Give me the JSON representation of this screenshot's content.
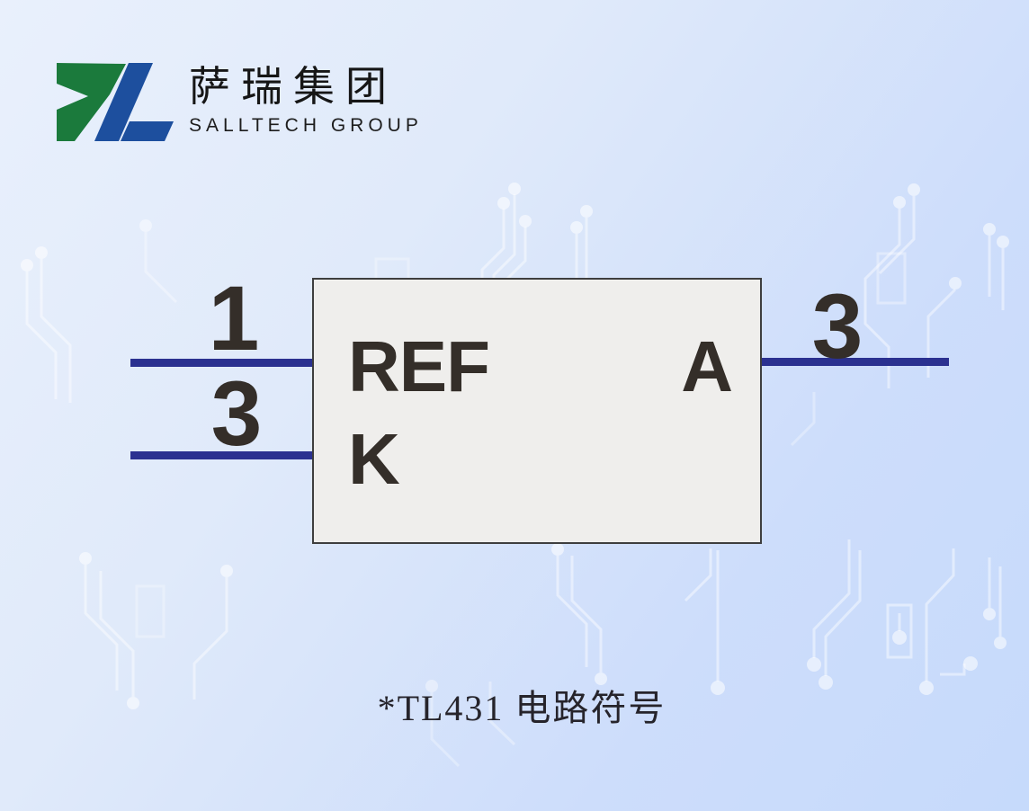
{
  "brand": {
    "name_zh": "萨瑞集团",
    "name_en": "SALLTECH GROUP",
    "logo_colors": {
      "green": "#1b7a3c",
      "blue": "#1d4f9e"
    }
  },
  "diagram": {
    "type": "circuit-symbol",
    "component": "TL431",
    "box_labels": {
      "ref": "REF",
      "k": "K",
      "a": "A"
    },
    "pins": [
      {
        "number": "1",
        "connects_to": "REF",
        "side": "left"
      },
      {
        "number": "3",
        "connects_to": "K",
        "side": "left"
      },
      {
        "number": "3",
        "connects_to": "A",
        "side": "right"
      }
    ],
    "wire_color": "#2b3190",
    "box_fill": "#efeeec",
    "box_border": "#3e3e3e",
    "label_color": "#342e29"
  },
  "caption": {
    "text": "*TL431 电路符号"
  }
}
